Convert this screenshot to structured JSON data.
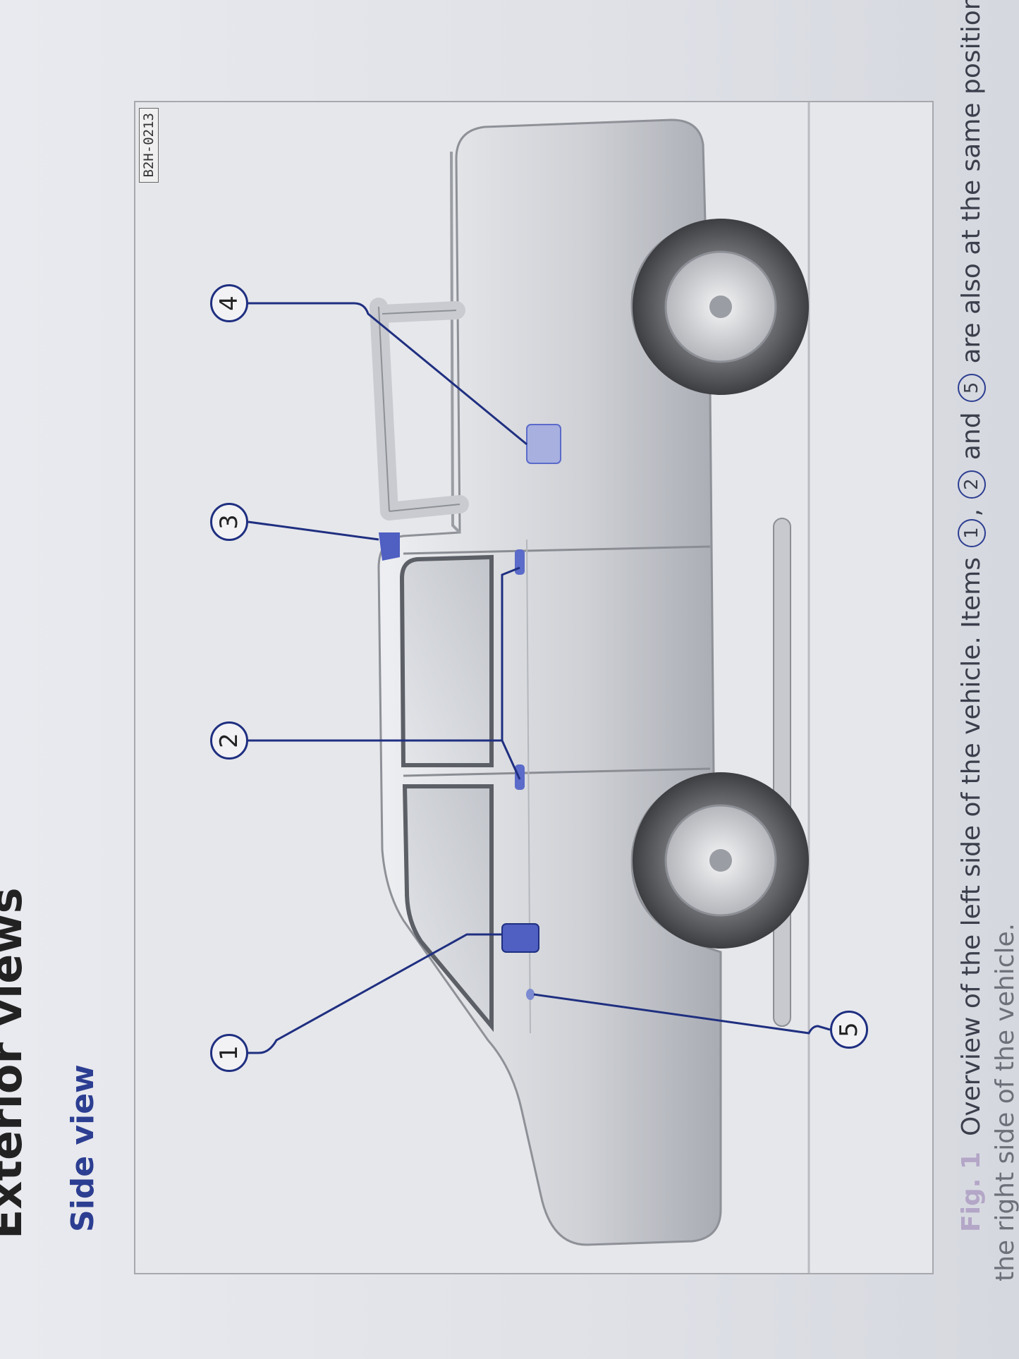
{
  "chapter_title": "Exterior views",
  "section_title": "Side view",
  "figure": {
    "code": "B2H-0213",
    "callouts": [
      "1",
      "2",
      "3",
      "4",
      "5"
    ]
  },
  "caption": {
    "fig_label": "Fig. 1",
    "part1": "Overview of the left side of the vehicle. Items",
    "item1": "1",
    "sep1": ",",
    "item2": "2",
    "and": "and",
    "item5": "5",
    "part2": "are also at the same positions on",
    "line2": "the right side of the vehicle."
  },
  "colors": {
    "title_blue": "#2c3e91",
    "callout_blue": "#1f2f80",
    "highlight_blue": "#4f5fc2"
  }
}
